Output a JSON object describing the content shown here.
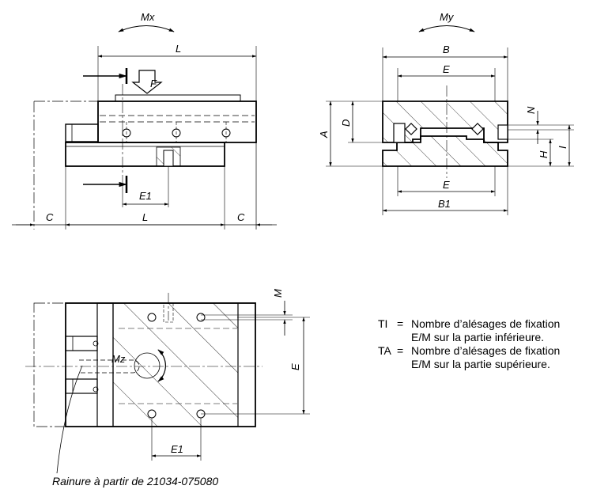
{
  "views": {
    "side": {
      "moment": "Mx",
      "force": "F",
      "dims": {
        "length_top": "L",
        "length_bottom": "L",
        "clearance_left": "C",
        "clearance_right": "C",
        "hole_spacing": "E1"
      }
    },
    "front": {
      "moment": "My",
      "dims": {
        "top_width": "B",
        "top_hole": "E",
        "bottom_hole": "E",
        "bottom_width": "B1",
        "height_total": "A",
        "height_d": "D",
        "n": "N",
        "h": "H",
        "i": "I"
      }
    },
    "top": {
      "moment": "Mz",
      "dims": {
        "m": "M",
        "hole_spacing_y": "E",
        "hole_spacing_x": "E1"
      }
    }
  },
  "legend": [
    {
      "code": "TI",
      "eq": "=",
      "line1": "Nombre d’alésages de fixation",
      "line2": "E/M sur la partie inférieure."
    },
    {
      "code": "TA",
      "eq": "=",
      "line1": "Nombre d’alésages de fixation",
      "line2": "E/M sur la partie supérieure."
    }
  ],
  "caption": "Rainure à partir de 21034-075080"
}
